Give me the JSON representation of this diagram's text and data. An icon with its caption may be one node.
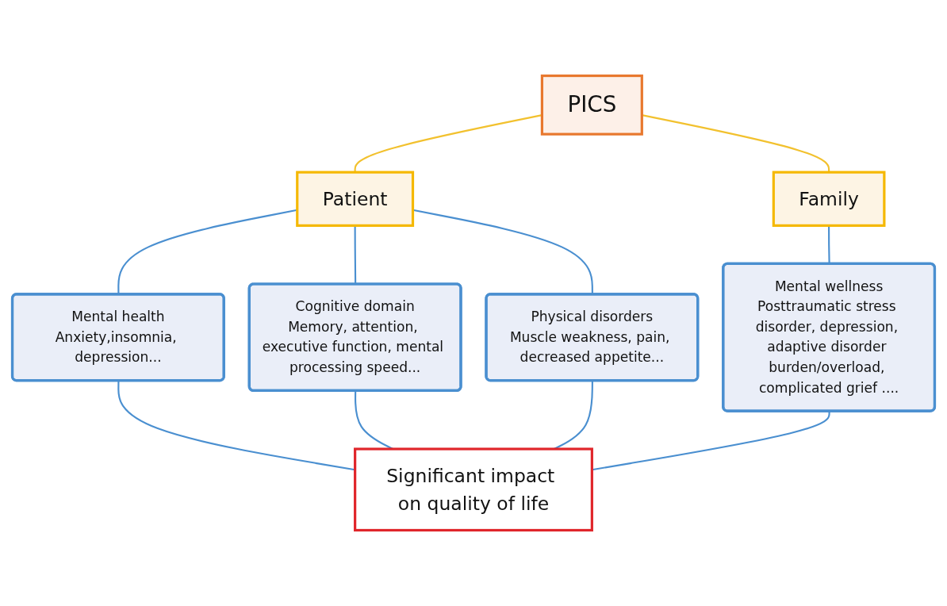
{
  "diagram": {
    "nodes": [
      {
        "text": [
          "PICS"
        ]
      },
      {
        "text": [
          "Patient"
        ]
      },
      {
        "text": [
          "Family"
        ]
      },
      {
        "text": [
          "Mental health",
          "Anxiety,insomnia, depression..."
        ]
      },
      {
        "text": [
          "Cognitive domain",
          "Memory, attention, executive function, mental processing speed..."
        ]
      },
      {
        "text": [
          "Physical disorders",
          "Muscle weakness, pain, decreased appetite..."
        ]
      },
      {
        "text": [
          "Mental wellness",
          "Posttraumatic stress disorder, depression, adaptive disorder burden/overload, complicated grief ...."
        ]
      },
      {
        "text": [
          "Significant impact on quality of life"
        ]
      }
    ],
    "edges": [
      {
        "from": 0,
        "to": 1,
        "arrow": "none",
        "color": "#f2c12e"
      },
      {
        "from": 0,
        "to": 2,
        "arrow": "none",
        "color": "#f2c12e"
      },
      {
        "from": 1,
        "to": 3,
        "arrow": "none"
      },
      {
        "from": 1,
        "to": 4,
        "arrow": "none"
      },
      {
        "from": 1,
        "to": 5,
        "arrow": "none"
      },
      {
        "from": 2,
        "to": 6,
        "arrow": "none"
      },
      {
        "from": 3,
        "to": 7,
        "arrow": "none"
      },
      {
        "from": 4,
        "to": 7,
        "arrow": "none"
      },
      {
        "from": 5,
        "to": 7,
        "arrow": "none"
      },
      {
        "from": 6,
        "to": 7,
        "arrow": "none"
      }
    ]
  }
}
